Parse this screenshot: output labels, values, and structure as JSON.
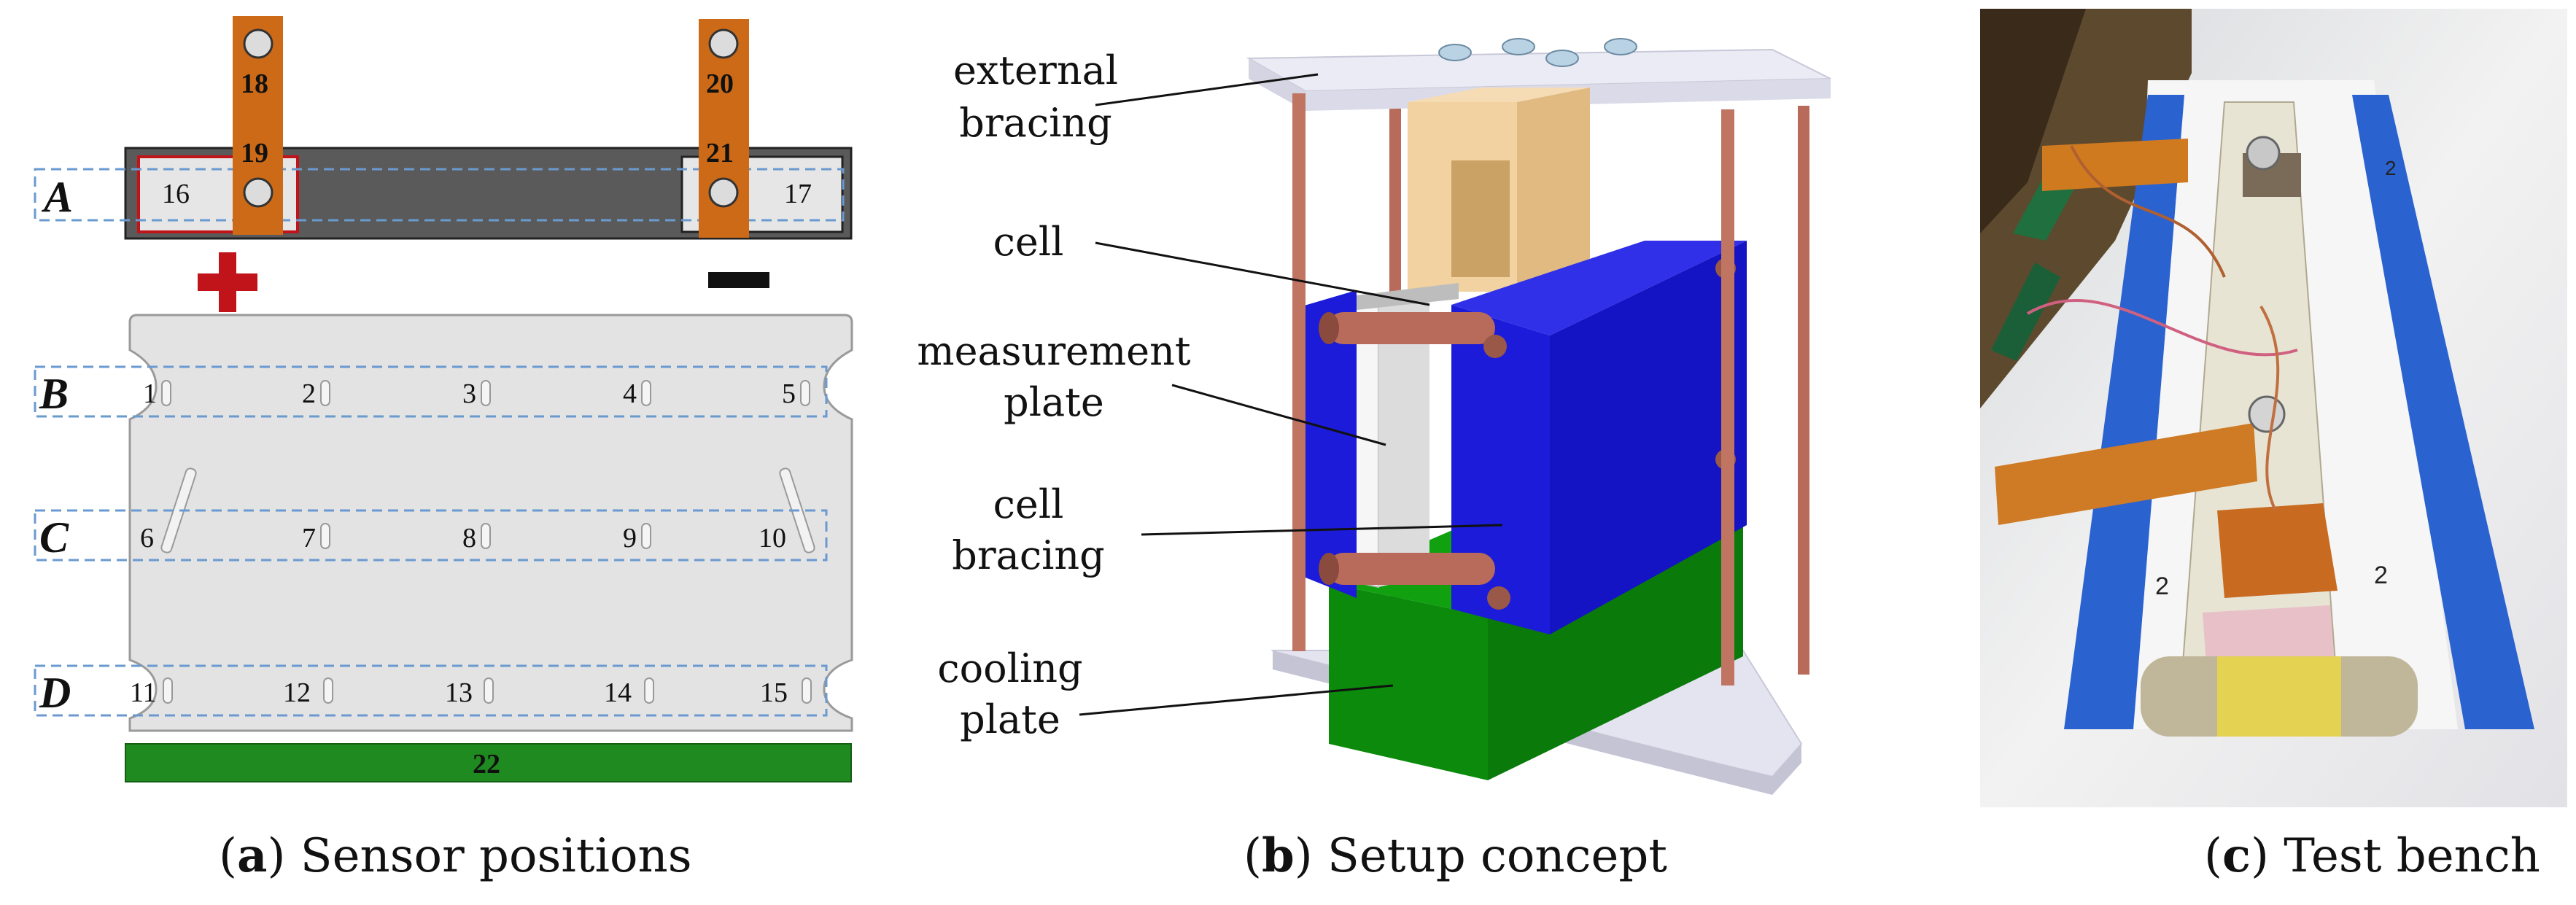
{
  "panel_a": {
    "caption_letter": "a",
    "caption_text": "Sensor positions",
    "row_labels": [
      "A",
      "B",
      "C",
      "D"
    ],
    "tab_numbers": [
      "18",
      "19",
      "20",
      "21"
    ],
    "top_numbers": [
      "16",
      "17"
    ],
    "plus_sign": "+",
    "minus_sign": "-",
    "row_b": [
      "1",
      "2",
      "3",
      "4",
      "5"
    ],
    "row_c": [
      "6",
      "7",
      "8",
      "9",
      "10"
    ],
    "row_d": [
      "11",
      "12",
      "13",
      "14",
      "15"
    ],
    "cooling_number": "22",
    "colors": {
      "tab": "#cc6a18",
      "bar": "#555555",
      "plus": "#c0141a",
      "box_dash": "#6699cc",
      "cell": "#e4e4e4",
      "cooling": "#1f8a1f"
    }
  },
  "panel_b": {
    "caption_letter": "b",
    "caption_text": "Setup concept",
    "labels": {
      "external_bracing_1": "external",
      "external_bracing_2": "bracing",
      "cell": "cell",
      "measurement_plate_1": "measurement",
      "measurement_plate_2": "plate",
      "cell_bracing_1": "cell",
      "cell_bracing_2": "bracing",
      "cooling_plate_1": "cooling",
      "cooling_plate_2": "plate"
    },
    "colors": {
      "bracing_plate": "#e6e6f2",
      "rod": "#b86b5a",
      "cell_block": "#efcf9c",
      "blue_bracing": "#1b1bd9",
      "cooling": "#0b8a0b"
    }
  },
  "panel_c": {
    "caption_letter": "c",
    "caption_text": "Test bench",
    "photo_marks": [
      "2",
      "2",
      "2"
    ]
  }
}
